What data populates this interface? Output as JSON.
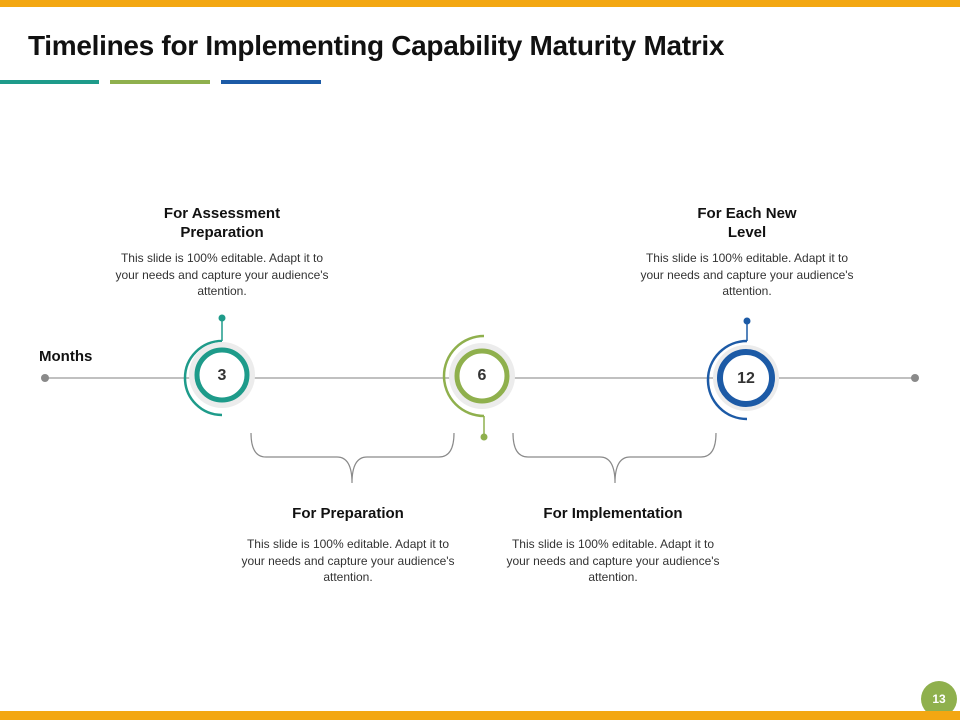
{
  "title": "Timelines for Implementing Capability Maturity Matrix",
  "axis_label": "Months",
  "colors": {
    "teal": "#1E9B8A",
    "green": "#8FB04D",
    "blue": "#1C5AA6",
    "orange": "#F3A712",
    "line": "#999999"
  },
  "milestones": [
    {
      "value": "3",
      "color": "#1E9B8A"
    },
    {
      "value": "6",
      "color": "#8FB04D"
    },
    {
      "value": "12",
      "color": "#1C5AA6"
    }
  ],
  "blocks": [
    {
      "heading": "For Assessment\nPreparation",
      "text": "This slide is 100% editable. Adapt it to your needs and capture your audience's attention."
    },
    {
      "heading": "For Each New\nLevel",
      "text": "This slide is 100% editable. Adapt it to your needs and capture your audience's attention."
    },
    {
      "heading": "For Preparation",
      "text": "This slide is 100% editable. Adapt it to your needs and capture your audience's attention."
    },
    {
      "heading": "For Implementation",
      "text": "This slide is 100% editable. Adapt it to your needs and capture your audience's attention."
    }
  ],
  "page_number": "13"
}
